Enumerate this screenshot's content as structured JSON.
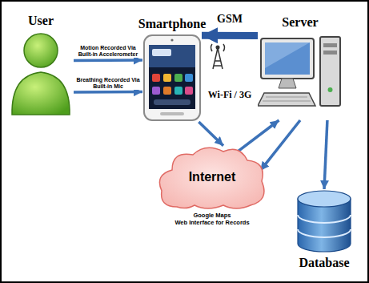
{
  "diagram": {
    "nodes": [
      {
        "text": [
          "User"
        ]
      },
      {
        "text": [
          "Smartphone"
        ]
      },
      {
        "text": [
          "Server"
        ]
      },
      {
        "text": [
          "Internet",
          "Google Maps",
          "Web Interface for Records"
        ]
      },
      {
        "text": [
          "Database"
        ]
      }
    ],
    "edges": [
      {
        "from": 0,
        "to": 1,
        "label": "Motion Recorded Via Built-in Accelerometer",
        "arrow": "to"
      },
      {
        "from": 0,
        "to": 1,
        "label": "Breathing Recorded Via Built-in Mic",
        "arrow": "to"
      },
      {
        "from": 2,
        "to": 1,
        "label": "GSM",
        "arrow": "to"
      },
      {
        "from": 1,
        "to": 3,
        "label": "Wi-Fi / 3G",
        "arrow": "to"
      },
      {
        "from": 3,
        "to": 2,
        "arrow": "to"
      },
      {
        "from": 2,
        "to": 3,
        "arrow": "to"
      },
      {
        "from": 2,
        "to": 4,
        "arrow": "to"
      }
    ]
  }
}
